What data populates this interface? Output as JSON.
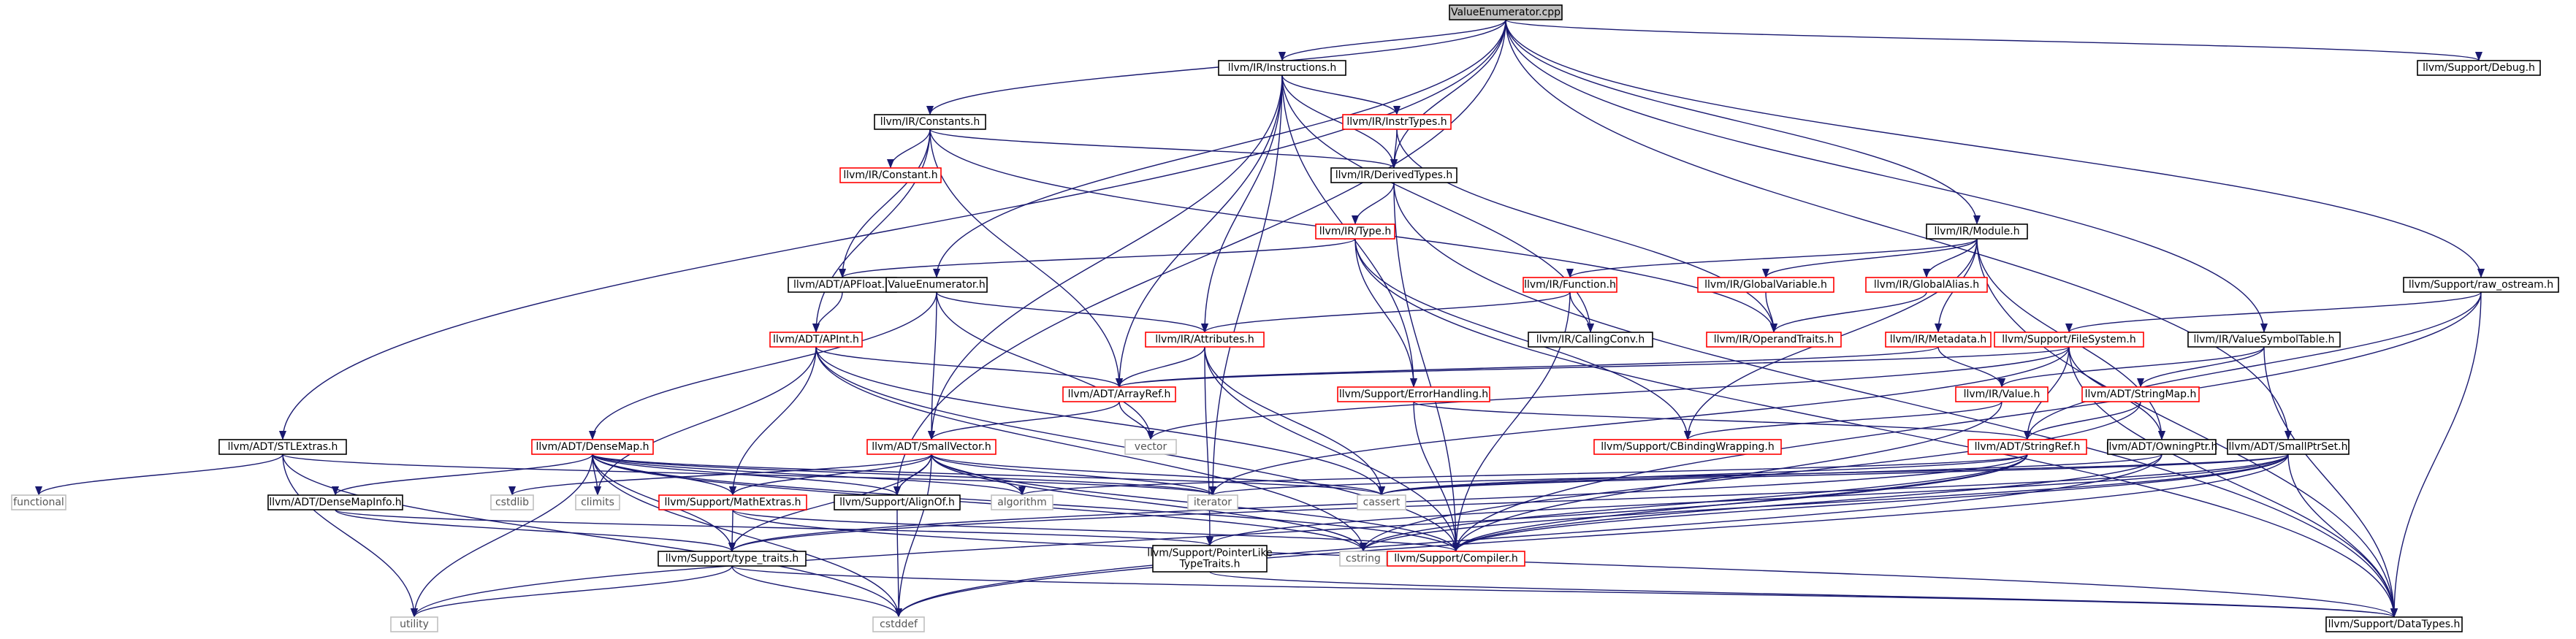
{
  "root": "ValueEnumerator.cpp",
  "colors": {
    "root_fill": "#bfbfbf",
    "default_border": "#000000",
    "truncated_border": "#ff0000",
    "system_border": "#bfbfbf",
    "node_fill": "#ffffff",
    "edge": "#191970",
    "system_text": "#555555"
  },
  "nodes": [
    {
      "id": "root",
      "label": "ValueEnumerator.cpp",
      "kind": "root"
    },
    {
      "id": "instructions",
      "label": "llvm/IR/Instructions.h",
      "kind": "default"
    },
    {
      "id": "debug",
      "label": "llvm/Support/Debug.h",
      "kind": "default"
    },
    {
      "id": "constants",
      "label": "llvm/IR/Constants.h",
      "kind": "default"
    },
    {
      "id": "instrtypes",
      "label": "llvm/IR/InstrTypes.h",
      "kind": "truncated"
    },
    {
      "id": "constant",
      "label": "llvm/IR/Constant.h",
      "kind": "truncated"
    },
    {
      "id": "derivedtypes",
      "label": "llvm/IR/DerivedTypes.h",
      "kind": "default"
    },
    {
      "id": "type",
      "label": "llvm/IR/Type.h",
      "kind": "truncated"
    },
    {
      "id": "module",
      "label": "llvm/IR/Module.h",
      "kind": "default"
    },
    {
      "id": "apfloat",
      "label": "llvm/ADT/APFloat.h",
      "kind": "default"
    },
    {
      "id": "valueenum",
      "label": "ValueEnumerator.h",
      "kind": "default"
    },
    {
      "id": "function",
      "label": "llvm/IR/Function.h",
      "kind": "truncated"
    },
    {
      "id": "globalvar",
      "label": "llvm/IR/GlobalVariable.h",
      "kind": "truncated"
    },
    {
      "id": "globalalias",
      "label": "llvm/IR/GlobalAlias.h",
      "kind": "truncated"
    },
    {
      "id": "raw_ostream",
      "label": "llvm/Support/raw_ostream.h",
      "kind": "default"
    },
    {
      "id": "apint",
      "label": "llvm/ADT/APInt.h",
      "kind": "truncated"
    },
    {
      "id": "attributes",
      "label": "llvm/IR/Attributes.h",
      "kind": "truncated"
    },
    {
      "id": "callingconv",
      "label": "llvm/IR/CallingConv.h",
      "kind": "default"
    },
    {
      "id": "operandtraits",
      "label": "llvm/IR/OperandTraits.h",
      "kind": "truncated"
    },
    {
      "id": "metadata",
      "label": "llvm/IR/Metadata.h",
      "kind": "truncated"
    },
    {
      "id": "filesystem",
      "label": "llvm/Support/FileSystem.h",
      "kind": "truncated"
    },
    {
      "id": "valuesymtab",
      "label": "llvm/IR/ValueSymbolTable.h",
      "kind": "default"
    },
    {
      "id": "arrayref",
      "label": "llvm/ADT/ArrayRef.h",
      "kind": "truncated"
    },
    {
      "id": "errorhandling",
      "label": "llvm/Support/ErrorHandling.h",
      "kind": "truncated"
    },
    {
      "id": "value",
      "label": "llvm/IR/Value.h",
      "kind": "truncated"
    },
    {
      "id": "stringmap",
      "label": "llvm/ADT/StringMap.h",
      "kind": "truncated"
    },
    {
      "id": "vector",
      "label": "vector",
      "kind": "system"
    },
    {
      "id": "stlextras",
      "label": "llvm/ADT/STLExtras.h",
      "kind": "default"
    },
    {
      "id": "densemap",
      "label": "llvm/ADT/DenseMap.h",
      "kind": "truncated"
    },
    {
      "id": "smallvector",
      "label": "llvm/ADT/SmallVector.h",
      "kind": "truncated"
    },
    {
      "id": "cbinding",
      "label": "llvm/Support/CBindingWrapping.h",
      "kind": "truncated"
    },
    {
      "id": "stringref",
      "label": "llvm/ADT/StringRef.h",
      "kind": "truncated"
    },
    {
      "id": "owningptr",
      "label": "llvm/ADT/OwningPtr.h",
      "kind": "default"
    },
    {
      "id": "smallptrset",
      "label": "llvm/ADT/SmallPtrSet.h",
      "kind": "default"
    },
    {
      "id": "functional",
      "label": "functional",
      "kind": "system"
    },
    {
      "id": "cstdlib",
      "label": "cstdlib",
      "kind": "system"
    },
    {
      "id": "climits",
      "label": "climits",
      "kind": "system"
    },
    {
      "id": "mathextras",
      "label": "llvm/Support/MathExtras.h",
      "kind": "truncated"
    },
    {
      "id": "alignof",
      "label": "llvm/Support/AlignOf.h",
      "kind": "default"
    },
    {
      "id": "algorithm",
      "label": "algorithm",
      "kind": "system"
    },
    {
      "id": "iterator",
      "label": "iterator",
      "kind": "system"
    },
    {
      "id": "cassert",
      "label": "cassert",
      "kind": "system"
    },
    {
      "id": "densemapinfo",
      "label": "llvm/ADT/DenseMapInfo.h",
      "kind": "default"
    },
    {
      "id": "typetraits",
      "label": "llvm/Support/type_traits.h",
      "kind": "default"
    },
    {
      "id": "pointerlike",
      "label": "llvm/Support/PointerLike\nTypeTraits.h",
      "kind": "default"
    },
    {
      "id": "cstring",
      "label": "cstring",
      "kind": "system"
    },
    {
      "id": "compiler",
      "label": "llvm/Support/Compiler.h",
      "kind": "truncated"
    },
    {
      "id": "utility",
      "label": "utility",
      "kind": "system"
    },
    {
      "id": "cstddef",
      "label": "cstddef",
      "kind": "system"
    },
    {
      "id": "datatypes",
      "label": "llvm/Support/DataTypes.h",
      "kind": "default"
    }
  ],
  "edges": [
    [
      "root",
      "instructions"
    ],
    [
      "root",
      "debug"
    ],
    [
      "root",
      "constants"
    ],
    [
      "root",
      "derivedtypes"
    ],
    [
      "root",
      "module"
    ],
    [
      "root",
      "valueenum"
    ],
    [
      "root",
      "raw_ostream"
    ],
    [
      "root",
      "valuesymtab"
    ],
    [
      "root",
      "stlextras"
    ],
    [
      "root",
      "smallptrset"
    ],
    [
      "root",
      "alignof"
    ],
    [
      "instructions",
      "instrtypes"
    ],
    [
      "instructions",
      "derivedtypes"
    ],
    [
      "instructions",
      "attributes"
    ],
    [
      "instructions",
      "callingconv"
    ],
    [
      "instructions",
      "arrayref"
    ],
    [
      "instructions",
      "errorhandling"
    ],
    [
      "instructions",
      "smallvector"
    ],
    [
      "instructions",
      "iterator"
    ],
    [
      "constants",
      "constant"
    ],
    [
      "constants",
      "derivedtypes"
    ],
    [
      "constants",
      "operandtraits"
    ],
    [
      "constants",
      "apfloat"
    ],
    [
      "constants",
      "apint"
    ],
    [
      "constants",
      "arrayref"
    ],
    [
      "instrtypes",
      "derivedtypes"
    ],
    [
      "instrtypes",
      "operandtraits"
    ],
    [
      "derivedtypes",
      "type"
    ],
    [
      "derivedtypes",
      "compiler"
    ],
    [
      "derivedtypes",
      "datatypes"
    ],
    [
      "type",
      "apfloat"
    ],
    [
      "type",
      "cbinding"
    ],
    [
      "type",
      "errorhandling"
    ],
    [
      "type",
      "datatypes"
    ],
    [
      "module",
      "function"
    ],
    [
      "module",
      "globalvar"
    ],
    [
      "module",
      "globalalias"
    ],
    [
      "module",
      "metadata"
    ],
    [
      "module",
      "owningptr"
    ],
    [
      "module",
      "datatypes"
    ],
    [
      "module",
      "cbinding"
    ],
    [
      "function",
      "attributes"
    ],
    [
      "function",
      "callingconv"
    ],
    [
      "function",
      "compiler"
    ],
    [
      "globalvar",
      "operandtraits"
    ],
    [
      "globalalias",
      "operandtraits"
    ],
    [
      "metadata",
      "value"
    ],
    [
      "metadata",
      "arrayref"
    ],
    [
      "apfloat",
      "apint"
    ],
    [
      "valueenum",
      "attributes"
    ],
    [
      "valueenum",
      "densemap"
    ],
    [
      "valueenum",
      "smallvector"
    ],
    [
      "valueenum",
      "vector"
    ],
    [
      "raw_ostream",
      "filesystem"
    ],
    [
      "raw_ostream",
      "compiler"
    ],
    [
      "raw_ostream",
      "datatypes"
    ],
    [
      "raw_ostream",
      "stringref"
    ],
    [
      "apint",
      "arrayref"
    ],
    [
      "apint",
      "mathextras"
    ],
    [
      "apint",
      "climits"
    ],
    [
      "apint",
      "cstring"
    ],
    [
      "apint",
      "cassert"
    ],
    [
      "apint",
      "compiler"
    ],
    [
      "attributes",
      "arrayref"
    ],
    [
      "attributes",
      "cassert"
    ],
    [
      "attributes",
      "compiler"
    ],
    [
      "attributes",
      "pointerlike"
    ],
    [
      "filesystem",
      "arrayref"
    ],
    [
      "filesystem",
      "owningptr"
    ],
    [
      "filesystem",
      "stringref"
    ],
    [
      "filesystem",
      "datatypes"
    ],
    [
      "filesystem",
      "vector"
    ],
    [
      "filesystem",
      "iterator"
    ],
    [
      "valuesymtab",
      "value"
    ],
    [
      "valuesymtab",
      "stringmap"
    ],
    [
      "valuesymtab",
      "datatypes"
    ],
    [
      "arrayref",
      "smallvector"
    ],
    [
      "arrayref",
      "vector"
    ],
    [
      "errorhandling",
      "stringref"
    ],
    [
      "errorhandling",
      "compiler"
    ],
    [
      "value",
      "cbinding"
    ],
    [
      "value",
      "compiler"
    ],
    [
      "stringmap",
      "stringref"
    ],
    [
      "stringmap",
      "cstring"
    ],
    [
      "stlextras",
      "functional"
    ],
    [
      "stlextras",
      "iterator"
    ],
    [
      "stlextras",
      "cstddef"
    ],
    [
      "stlextras",
      "utility"
    ],
    [
      "densemap",
      "densemapinfo"
    ],
    [
      "densemap",
      "mathextras"
    ],
    [
      "densemap",
      "alignof"
    ],
    [
      "densemap",
      "typetraits"
    ],
    [
      "densemap",
      "algorithm"
    ],
    [
      "densemap",
      "iterator"
    ],
    [
      "densemap",
      "cassert"
    ],
    [
      "densemap",
      "climits"
    ],
    [
      "densemap",
      "cstring"
    ],
    [
      "densemap",
      "cstddef"
    ],
    [
      "densemap",
      "utility"
    ],
    [
      "densemap",
      "compiler"
    ],
    [
      "smallvector",
      "alignof"
    ],
    [
      "smallvector",
      "compiler"
    ],
    [
      "smallvector",
      "typetraits"
    ],
    [
      "smallvector",
      "algorithm"
    ],
    [
      "smallvector",
      "cassert"
    ],
    [
      "smallvector",
      "cstddef"
    ],
    [
      "smallvector",
      "cstdlib"
    ],
    [
      "smallvector",
      "cstring"
    ],
    [
      "smallvector",
      "iterator"
    ],
    [
      "smallvector",
      "mathextras"
    ],
    [
      "stringref",
      "typetraits"
    ],
    [
      "stringref",
      "algorithm"
    ],
    [
      "stringref",
      "cassert"
    ],
    [
      "stringref",
      "cstring"
    ],
    [
      "stringref",
      "utility"
    ],
    [
      "stringref",
      "compiler"
    ],
    [
      "owningptr",
      "compiler"
    ],
    [
      "owningptr",
      "cassert"
    ],
    [
      "owningptr",
      "cstddef"
    ],
    [
      "smallptrset",
      "typetraits"
    ],
    [
      "smallptrset",
      "pointerlike"
    ],
    [
      "smallptrset",
      "cassert"
    ],
    [
      "smallptrset",
      "cstddef"
    ],
    [
      "smallptrset",
      "cstring"
    ],
    [
      "smallptrset",
      "iterator"
    ],
    [
      "smallptrset",
      "compiler"
    ],
    [
      "smallptrset",
      "datatypes"
    ],
    [
      "mathextras",
      "typetraits"
    ],
    [
      "mathextras",
      "compiler"
    ],
    [
      "mathextras",
      "datatypes"
    ],
    [
      "alignof",
      "cstddef"
    ],
    [
      "densemapinfo",
      "pointerlike"
    ],
    [
      "densemapinfo",
      "typetraits"
    ],
    [
      "typetraits",
      "utility"
    ],
    [
      "typetraits",
      "cstddef"
    ],
    [
      "typetraits",
      "datatypes"
    ],
    [
      "pointerlike",
      "datatypes"
    ]
  ]
}
